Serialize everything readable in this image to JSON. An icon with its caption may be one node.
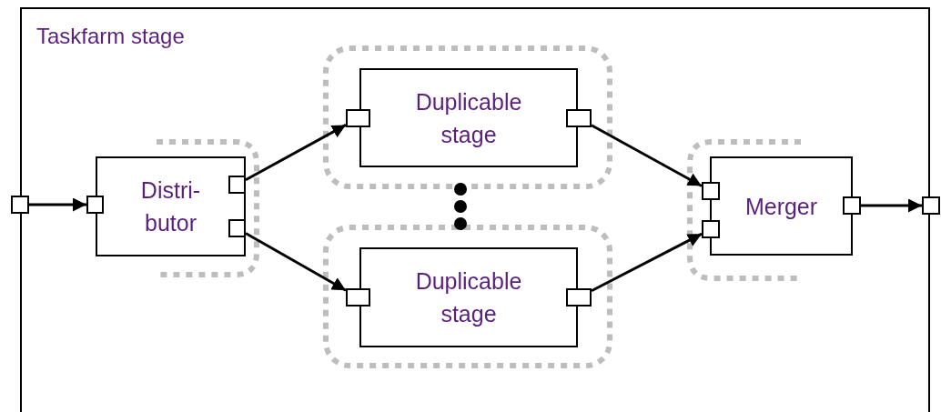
{
  "diagram": {
    "nodes": [
      {
        "text": [
          "Taskfarm stage"
        ]
      },
      {
        "text": [
          "Duplicable stage"
        ],
        "in": 0
      },
      {
        "text": [
          "Distri- butor"
        ],
        "in": 0
      },
      {
        "text": [
          "Merger"
        ],
        "in": 0
      },
      {
        "text": [
          "Duplicable stage"
        ],
        "in": 0
      },
      {
        "text": [],
        "shape": "box"
      },
      {
        "text": [],
        "shape": "box",
        "in": 0
      },
      {
        "text": [],
        "shape": "box",
        "in": 2
      },
      {
        "text": [],
        "shape": "box",
        "in": 2
      },
      {
        "text": [],
        "shape": "box",
        "in": 0
      },
      {
        "text": [],
        "shape": "box",
        "in": 0
      },
      {
        "text": [],
        "shape": "box",
        "in": 0
      },
      {
        "text": [],
        "shape": "box",
        "in": 0
      },
      {
        "text": [],
        "shape": "box",
        "in": 0
      },
      {
        "text": [],
        "shape": "box",
        "in": 0
      },
      {
        "text": [],
        "shape": "box",
        "in": 0
      },
      {
        "text": [],
        "shape": "box"
      }
    ],
    "edges": [
      {
        "from": 5,
        "to": 6,
        "arrow": "to"
      },
      {
        "from": 7,
        "to": 9,
        "arrow": "to"
      },
      {
        "from": 8,
        "to": 11,
        "arrow": "to"
      },
      {
        "from": 10,
        "to": 13,
        "arrow": "to"
      },
      {
        "from": 12,
        "to": 14,
        "arrow": "to"
      },
      {
        "from": 15,
        "to": 16,
        "arrow": "to"
      }
    ]
  }
}
